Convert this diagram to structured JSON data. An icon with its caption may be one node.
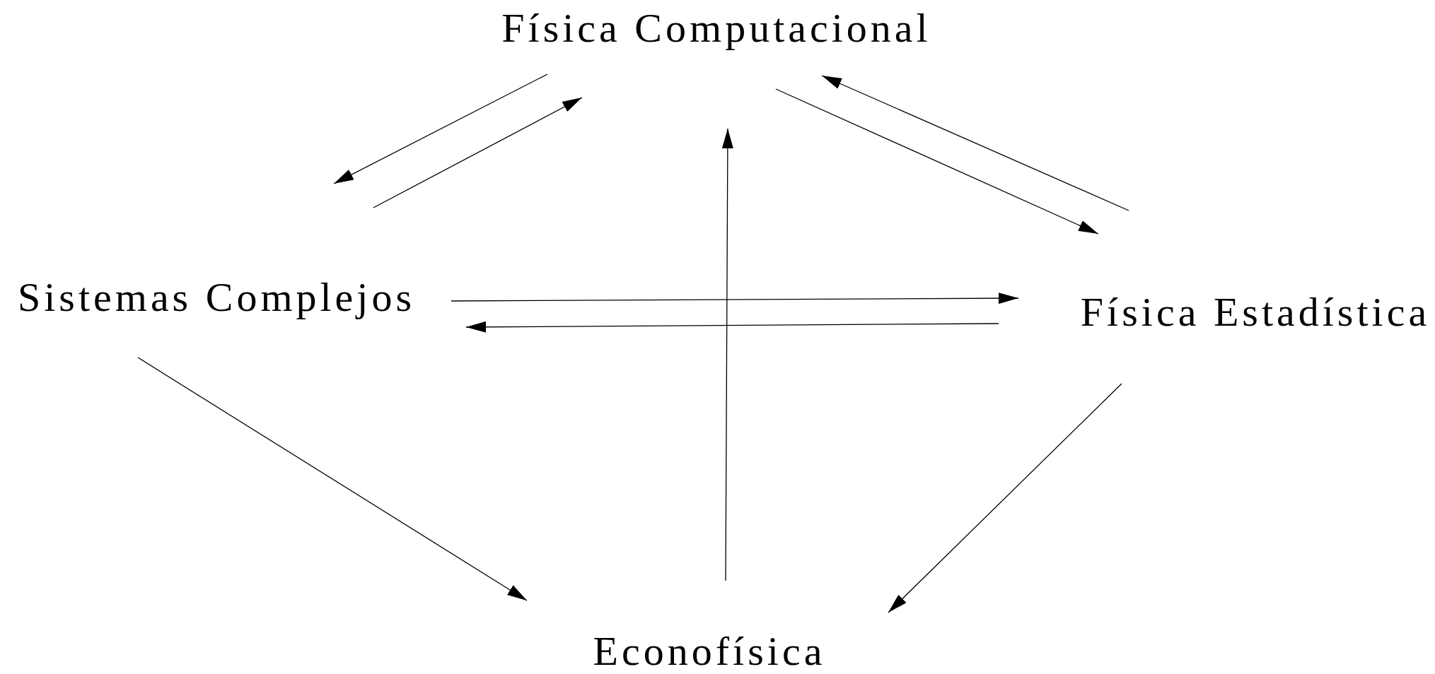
{
  "diagram": {
    "nodes": [
      {
        "text": [
          "Física Computacional"
        ]
      },
      {
        "text": [
          "Sistemas Complejos"
        ]
      },
      {
        "text": [
          "Física Estadística"
        ]
      },
      {
        "text": [
          "Econofísica"
        ]
      }
    ],
    "edges": [
      {
        "from": 0,
        "to": 1,
        "arrow": "to"
      },
      {
        "from": 1,
        "to": 0,
        "arrow": "to"
      },
      {
        "from": 0,
        "to": 2,
        "arrow": "to"
      },
      {
        "from": 2,
        "to": 0,
        "arrow": "to"
      },
      {
        "from": 1,
        "to": 2,
        "arrow": "to"
      },
      {
        "from": 2,
        "to": 1,
        "arrow": "to"
      },
      {
        "from": 3,
        "to": 0,
        "arrow": "to"
      },
      {
        "from": 1,
        "to": 3,
        "arrow": "to"
      },
      {
        "from": 2,
        "to": 3,
        "arrow": "to"
      }
    ]
  }
}
